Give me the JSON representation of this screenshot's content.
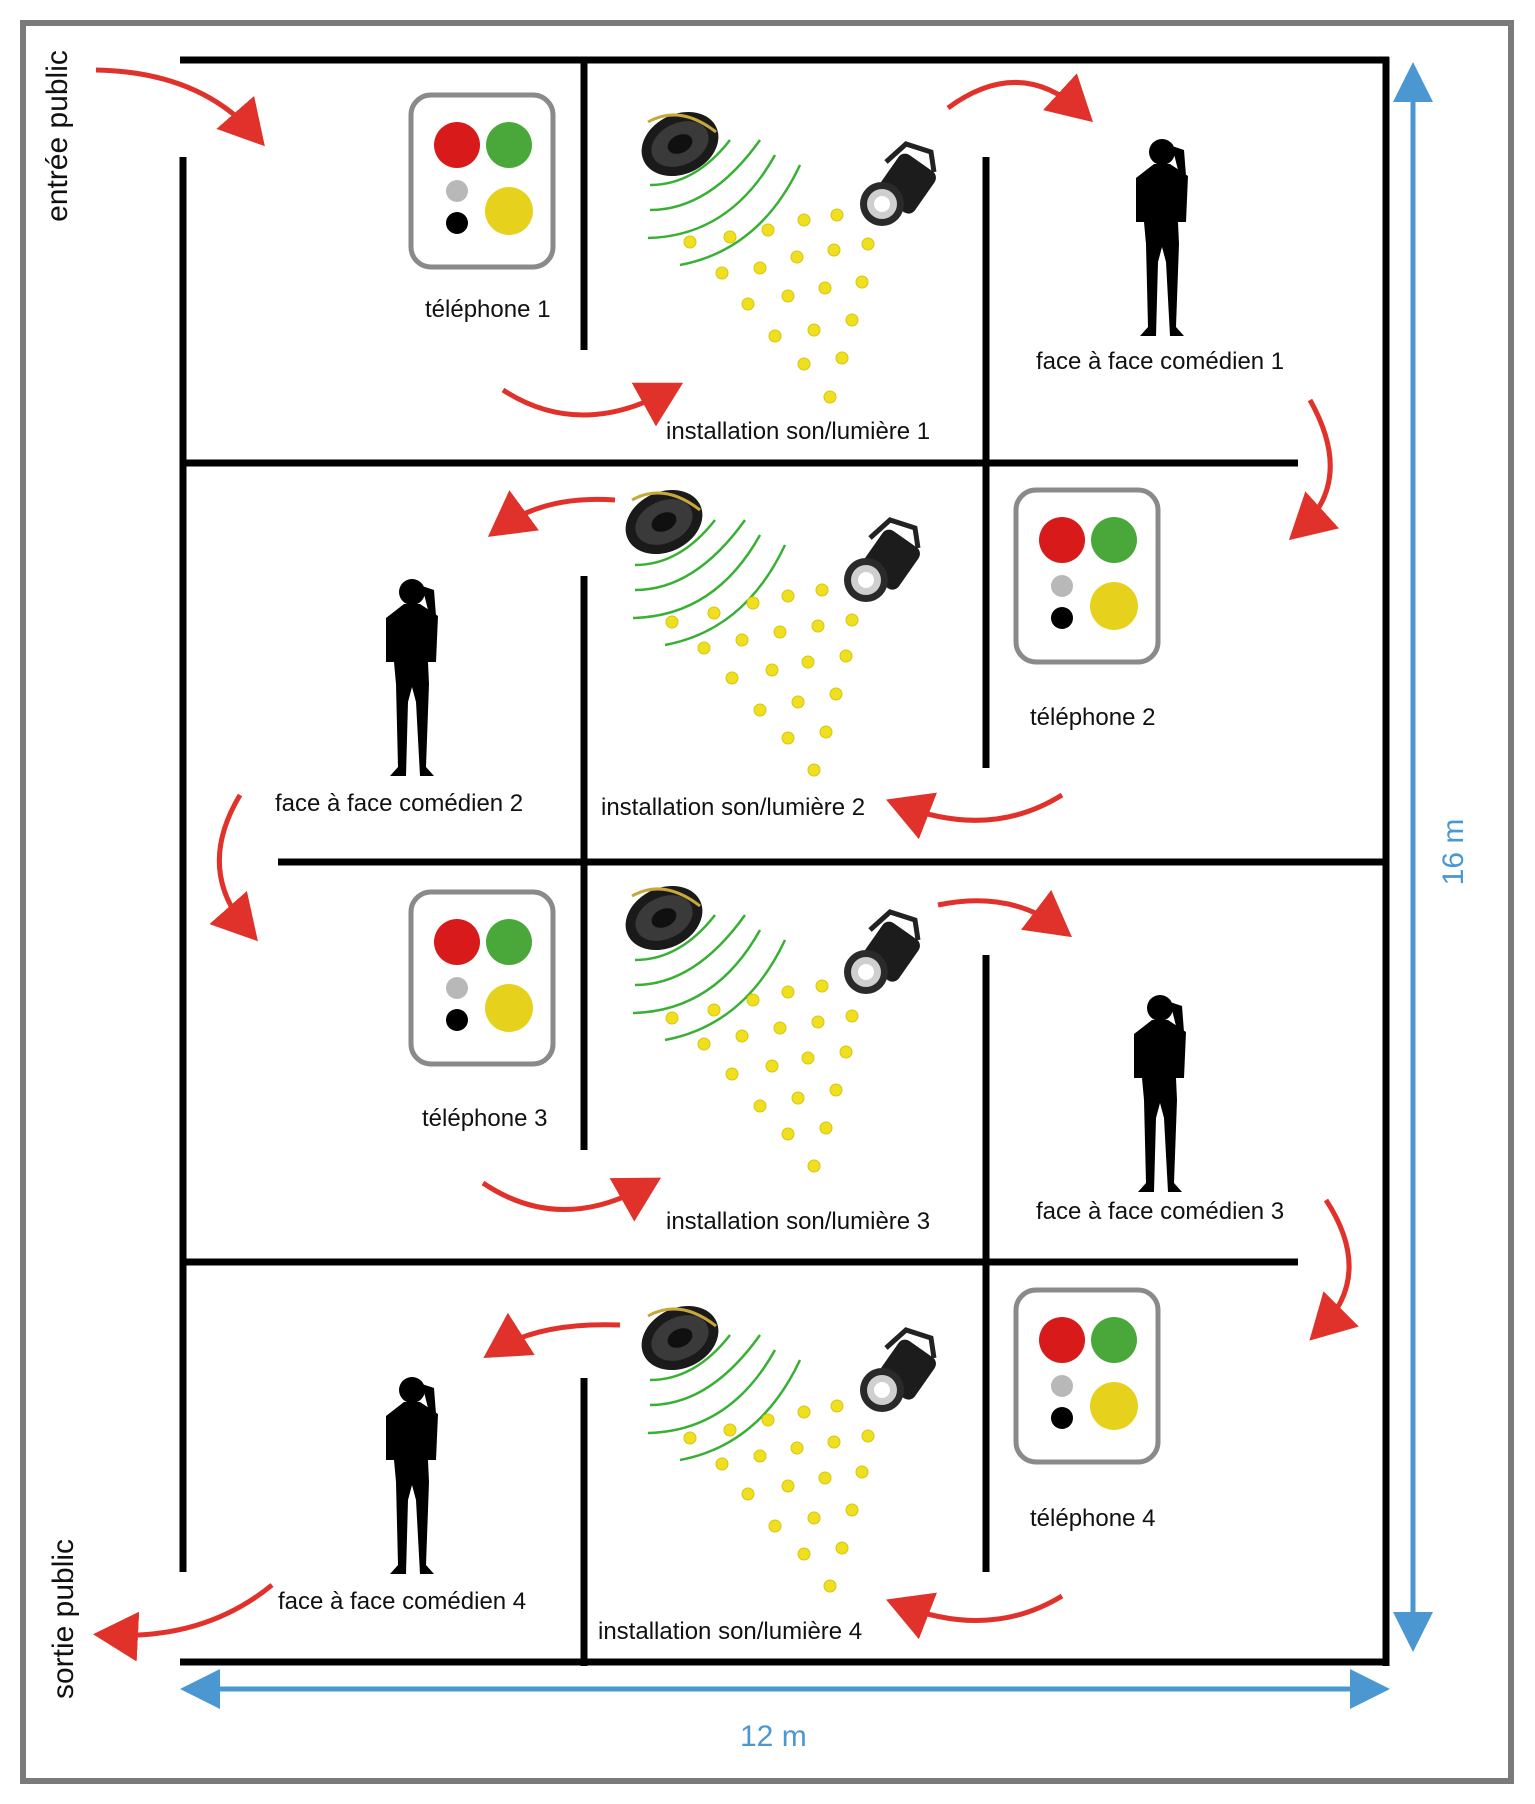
{
  "side_labels": {
    "entrance": "entrée public",
    "exit": "sortie public"
  },
  "dimensions": {
    "width": "12 m",
    "height": "16 m"
  },
  "rooms": {
    "phone_1": "téléphone 1",
    "phone_2": "téléphone 2",
    "phone_3": "téléphone 3",
    "phone_4": "téléphone 4",
    "install_1": "installation son/lumière 1",
    "install_2": "installation son/lumière 2",
    "install_3": "installation son/lumière 3",
    "install_4": "installation son/lumière 4",
    "actor_1": "face à face comédien 1",
    "actor_2": "face à face comédien 2",
    "actor_3": "face à face comédien 3",
    "actor_4": "face à face comédien 4"
  },
  "icons": {
    "phone": "telephone-keypad-icon",
    "speaker": "speaker-icon",
    "spotlight": "spotlight-icon",
    "actor": "actor-on-phone-silhouette-icon",
    "arrow": "red-curved-arrow-icon"
  },
  "colors": {
    "frame": "#7a7a7c",
    "walls": "#000000",
    "arrows": "#e0322a",
    "dimension": "#4a97d2",
    "sound_waves": "#38b034",
    "light_dots": "#f0df1e"
  }
}
